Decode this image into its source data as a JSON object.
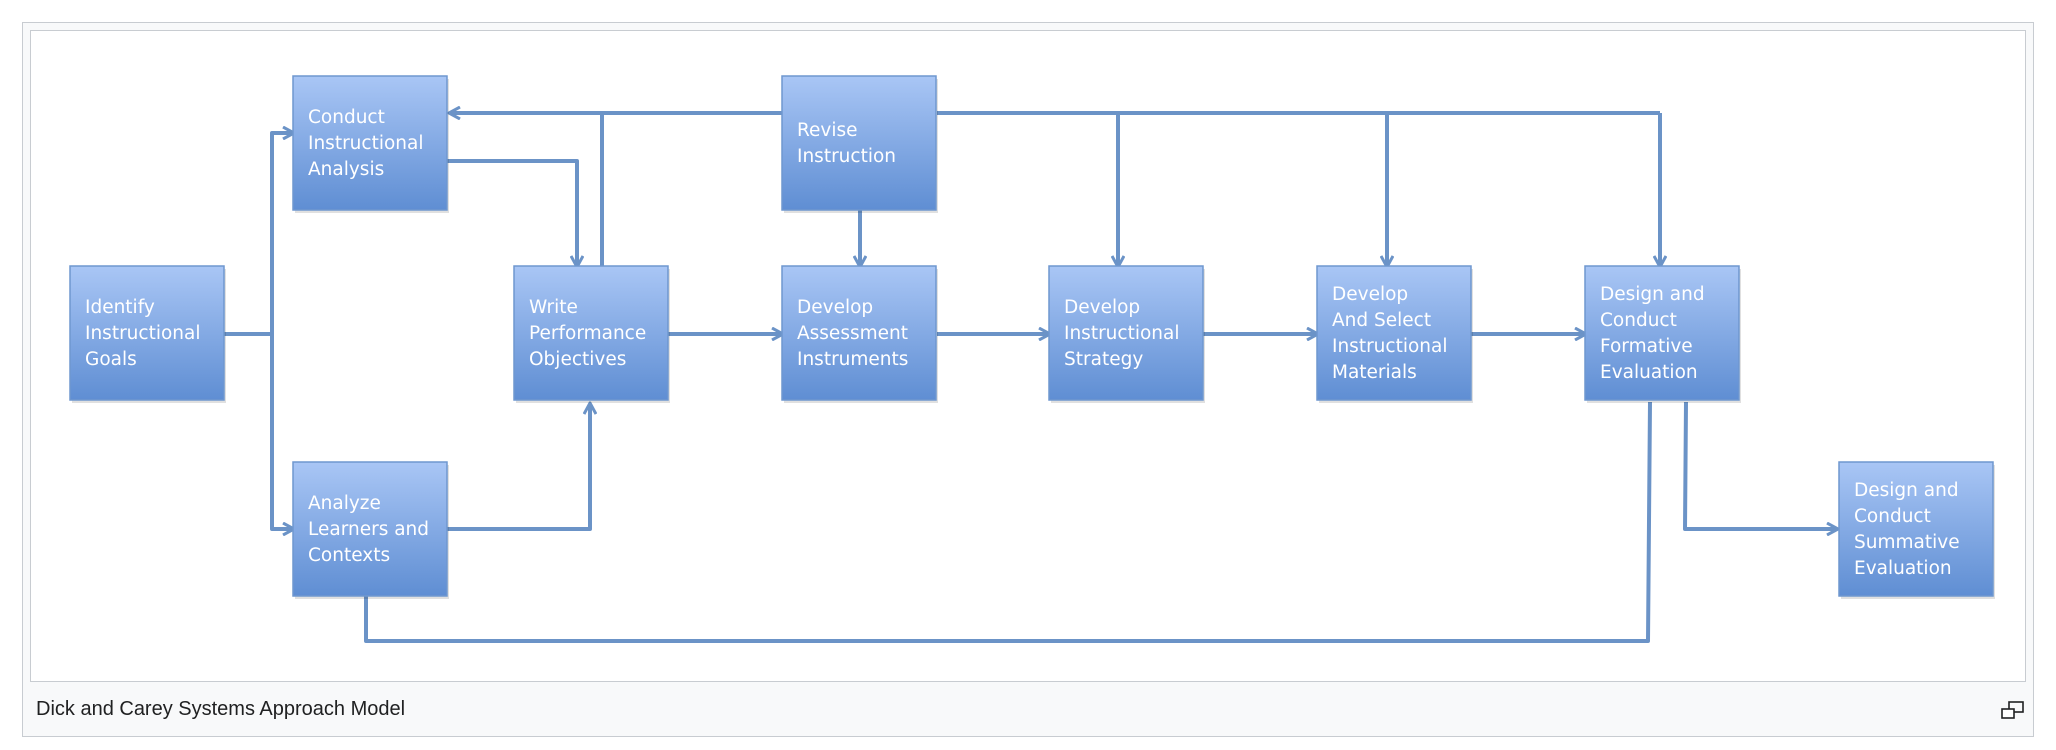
{
  "caption": "Dick and Carey Systems Approach Model",
  "colors": {
    "box_top": "#a9c6f5",
    "box_bottom": "#5f8ed3",
    "box_border": "#6f97cf",
    "connector": "#6b93c7"
  },
  "nodes": [
    {
      "id": "identify-goals",
      "lines": [
        "Identify",
        "Instructional",
        "Goals"
      ]
    },
    {
      "id": "conduct-analysis",
      "lines": [
        "Conduct",
        "Instructional",
        "Analysis"
      ]
    },
    {
      "id": "analyze-learners",
      "lines": [
        "Analyze",
        "Learners and",
        "Contexts"
      ]
    },
    {
      "id": "write-objectives",
      "lines": [
        "Write",
        "Performance",
        "Objectives"
      ]
    },
    {
      "id": "revise-instruction",
      "lines": [
        "Revise",
        "Instruction"
      ]
    },
    {
      "id": "develop-assessment",
      "lines": [
        "Develop",
        "Assessment",
        "Instruments"
      ]
    },
    {
      "id": "develop-strategy",
      "lines": [
        "Develop",
        "Instructional",
        "Strategy"
      ]
    },
    {
      "id": "develop-materials",
      "lines": [
        "Develop",
        "And Select",
        "Instructional",
        "Materials"
      ]
    },
    {
      "id": "formative-evaluation",
      "lines": [
        "Design and",
        "Conduct",
        "Formative",
        "Evaluation"
      ]
    },
    {
      "id": "summative-evaluation",
      "lines": [
        "Design and",
        "Conduct",
        "Summative",
        "Evaluation"
      ]
    }
  ],
  "icons": {
    "enlarge": "enlarge-icon"
  }
}
